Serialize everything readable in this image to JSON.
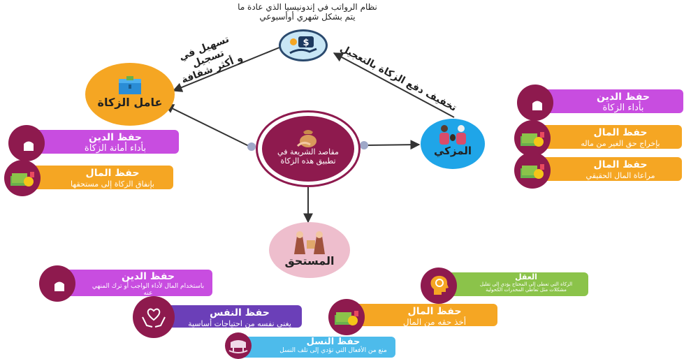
{
  "top_note": {
    "line1": "نظام الرواتب في إندونيسيا الذي عادة ما",
    "line2": "يتم بشكل شهري أوأسبوعي"
  },
  "edge_labels": {
    "left": {
      "line1": "تسهيل في تسجيل",
      "line2": "و أكثر شفافة"
    },
    "right": "تخفيف دفع الزكاة بالتعجيل"
  },
  "nodes": {
    "amil": "عامل الزكاة",
    "center": "مقاصد الشريعة في تطبيق هذه الزكاة",
    "muzakki": "المزكي",
    "mustahiq": "المستحق"
  },
  "cards": {
    "amil_din": {
      "title": "حفظ الدين",
      "sub": "بأداء أمانة الزكاة"
    },
    "amil_mal": {
      "title": "حفظ المال",
      "sub": "بإنفاق الزكاة إلى مستحقها"
    },
    "muz_din": {
      "title": "حفظ الدين",
      "sub": "بأداء الزكاة"
    },
    "muz_mal1": {
      "title": "حفظ المال",
      "sub": "بإخراج حق الغير من ماله"
    },
    "muz_mal2": {
      "title": "حفظ المال",
      "sub": "مراعاة المال الحقيقي"
    },
    "mus_din": {
      "title": "حفظ الدين",
      "sub": "باستخدام المال لأداء الواجب أو ترك المنهي عنه"
    },
    "mus_aql": {
      "title": "العقل",
      "sub": "الزكاة التي تعطى إلى المحتاج يؤدي إلى تقليل مشكلات مثل تعاطي المخدرات الكحولية"
    },
    "mus_nafs": {
      "title": "حفظ النفس",
      "sub": "يغني نفسه من احتياجات أساسية"
    },
    "mus_mal": {
      "title": "حفظ المال",
      "sub": "أخذ حقه من المال"
    },
    "mus_nasl": {
      "title": "حفظ النسل",
      "sub": "منع من الأفعال التي تؤدي إلى تلف النسل"
    }
  },
  "colors": {
    "maroon": "#8e1a4e",
    "orange": "#f5a623",
    "magenta": "#c84de0",
    "blue": "#1fa5e8",
    "pink": "#eebecd",
    "purple": "#6b3fb8",
    "green": "#8bc34a",
    "sky": "#4dbbeb",
    "light_blue_icon": "#c8e6f5"
  }
}
